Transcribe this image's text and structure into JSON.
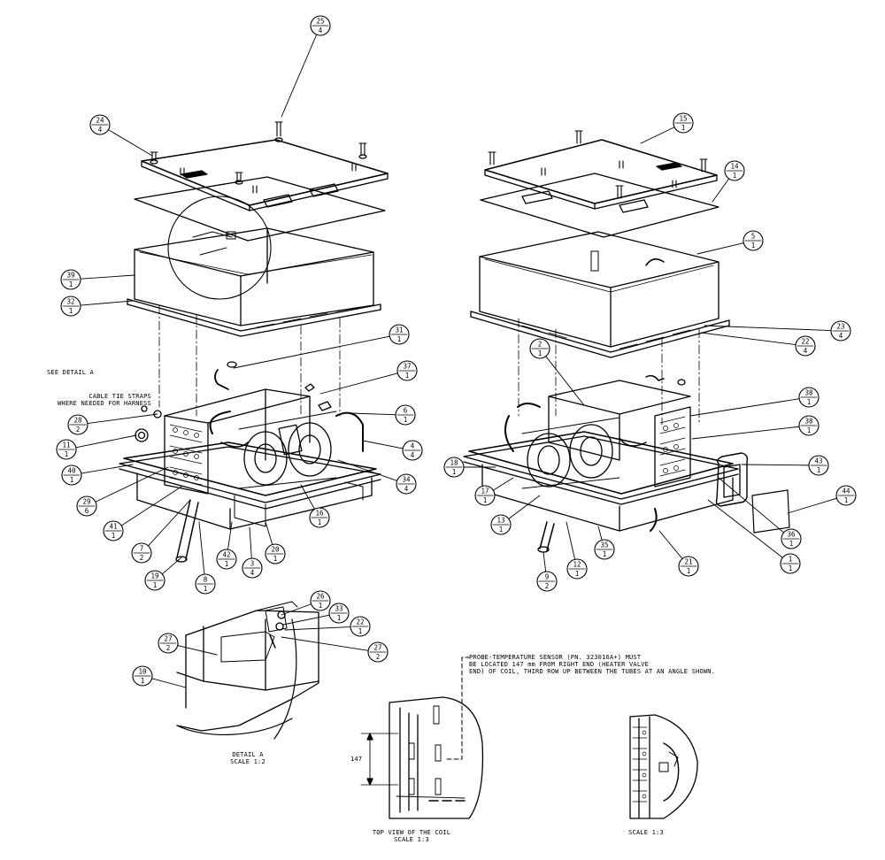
{
  "balloons": [
    {
      "id": "b25",
      "num": "25",
      "qty": "4"
    },
    {
      "id": "b24",
      "num": "24",
      "qty": "4"
    },
    {
      "id": "b15",
      "num": "15",
      "qty": "1"
    },
    {
      "id": "b14",
      "num": "14",
      "qty": "1"
    },
    {
      "id": "b5",
      "num": "5",
      "qty": "1"
    },
    {
      "id": "b39",
      "num": "39",
      "qty": "1"
    },
    {
      "id": "b32",
      "num": "32",
      "qty": "1"
    },
    {
      "id": "b23",
      "num": "23",
      "qty": "4"
    },
    {
      "id": "b22r",
      "num": "22",
      "qty": "4"
    },
    {
      "id": "b31",
      "num": "31",
      "qty": "1"
    },
    {
      "id": "b37",
      "num": "37",
      "qty": "1"
    },
    {
      "id": "b6",
      "num": "6",
      "qty": "1"
    },
    {
      "id": "b28",
      "num": "28",
      "qty": "2"
    },
    {
      "id": "b11",
      "num": "11",
      "qty": "1"
    },
    {
      "id": "b4",
      "num": "4",
      "qty": "4"
    },
    {
      "id": "b40",
      "num": "40",
      "qty": "1"
    },
    {
      "id": "b34",
      "num": "34",
      "qty": "4"
    },
    {
      "id": "b29",
      "num": "29",
      "qty": "6"
    },
    {
      "id": "b16",
      "num": "16",
      "qty": "1"
    },
    {
      "id": "b41",
      "num": "41",
      "qty": "1"
    },
    {
      "id": "b7",
      "num": "7",
      "qty": "2"
    },
    {
      "id": "b42",
      "num": "42",
      "qty": "1"
    },
    {
      "id": "b3",
      "num": "3",
      "qty": "4"
    },
    {
      "id": "b20",
      "num": "20",
      "qty": "1"
    },
    {
      "id": "b19",
      "num": "19",
      "qty": "1"
    },
    {
      "id": "b8",
      "num": "8",
      "qty": "1"
    },
    {
      "id": "b2",
      "num": "2",
      "qty": "1"
    },
    {
      "id": "b38a",
      "num": "38",
      "qty": "1"
    },
    {
      "id": "b38b",
      "num": "38",
      "qty": "1"
    },
    {
      "id": "b43",
      "num": "43",
      "qty": "1"
    },
    {
      "id": "b44",
      "num": "44",
      "qty": "1"
    },
    {
      "id": "b18",
      "num": "18",
      "qty": "1"
    },
    {
      "id": "b17",
      "num": "17",
      "qty": "1"
    },
    {
      "id": "b13",
      "num": "13",
      "qty": "1"
    },
    {
      "id": "b36",
      "num": "36",
      "qty": "1"
    },
    {
      "id": "b35",
      "num": "35",
      "qty": "1"
    },
    {
      "id": "b12",
      "num": "12",
      "qty": "1"
    },
    {
      "id": "b21",
      "num": "21",
      "qty": "1"
    },
    {
      "id": "b1",
      "num": "1",
      "qty": "1"
    },
    {
      "id": "b9",
      "num": "9",
      "qty": "2"
    },
    {
      "id": "b26",
      "num": "26",
      "qty": "1"
    },
    {
      "id": "b33",
      "num": "33",
      "qty": "1"
    },
    {
      "id": "b22d",
      "num": "22",
      "qty": "1"
    },
    {
      "id": "b27a",
      "num": "27",
      "qty": "2"
    },
    {
      "id": "b27b",
      "num": "27",
      "qty": "2"
    },
    {
      "id": "b10",
      "num": "10",
      "qty": "1"
    }
  ],
  "notes": {
    "see_detail": "SEE DETAIL  A",
    "cable_tie_line1": "CABLE TIE STRAPS",
    "cable_tie_line2": "WHERE NEEDED FOR HARNESS",
    "probe_line1": "PROBE-TEMPERATURE SENSOR (PN. 323016A+) MUST",
    "probe_line2": "BE LOCATED 147 mm FROM RIGHT END (HEATER VALVE",
    "probe_line3": "END) OF COIL, THIRD ROW UP BETWEEN THE TUBES AT AN ANGLE SHOWN.",
    "detail_a_title": "DETAIL  A",
    "detail_a_scale": "SCALE  1:2",
    "coil_title": "TOP VIEW OF THE COIL",
    "coil_scale": "SCALE  1:3",
    "right_scale": "SCALE  1:3",
    "dimension_147": "147"
  }
}
